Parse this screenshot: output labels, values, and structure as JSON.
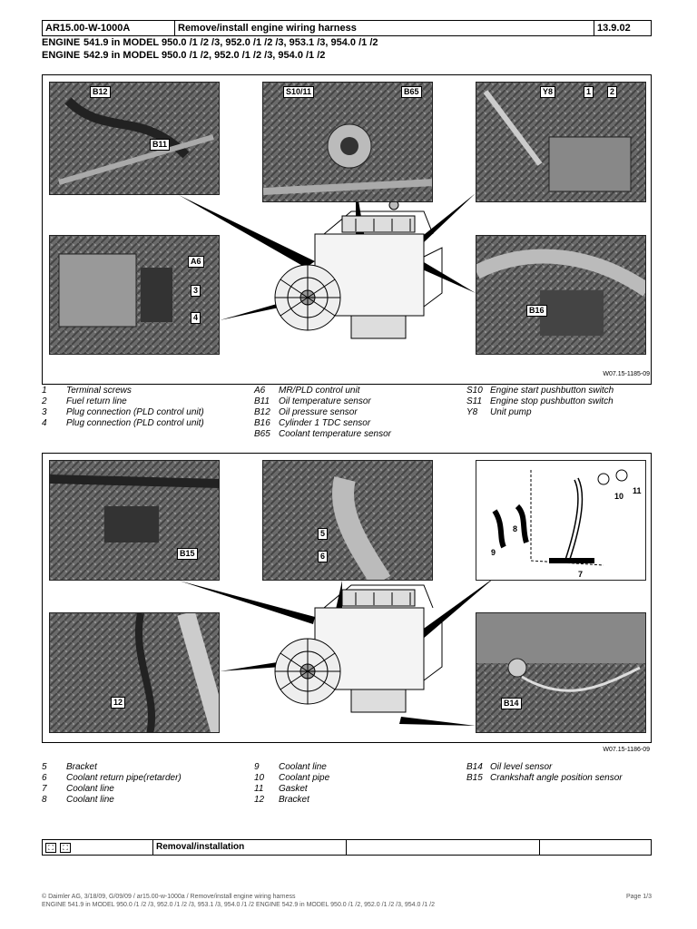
{
  "header": {
    "doc_id": "AR15.00-W-1000A",
    "title": "Remove/install engine wiring harness",
    "date": "13.9.02"
  },
  "engines": [
    {
      "key": "ENGINE",
      "value": "541.9 in MODEL 950.0 /1 /2 /3, 952.0 /1 /2 /3, 953.1 /3, 954.0 /1 /2"
    },
    {
      "key": "ENGINE",
      "value": "542.9 in MODEL 950.0 /1 /2, 952.0 /1 /2 /3, 954.0 /1 /2"
    }
  ],
  "figure1": {
    "code": "W07.15-1185-09",
    "labels": {
      "b12": "B12",
      "b11": "B11",
      "s1011": "S10/11",
      "b65": "B65",
      "y8": "Y8",
      "n1": "1",
      "n2": "2",
      "a6": "A6",
      "n3": "3",
      "n4": "4",
      "b16": "B16"
    }
  },
  "legend1": {
    "col1": [
      {
        "n": "1",
        "t": "Terminal screws"
      },
      {
        "n": "2",
        "t": "Fuel return line"
      },
      {
        "n": "3",
        "t": "Plug connection (PLD control unit)"
      },
      {
        "n": "4",
        "t": "Plug connection (PLD control unit)"
      }
    ],
    "col2": [
      {
        "n": "A6",
        "t": "MR/PLD control unit"
      },
      {
        "n": "B11",
        "t": "Oil temperature sensor"
      },
      {
        "n": "B12",
        "t": "Oil pressure sensor"
      },
      {
        "n": "B16",
        "t": "Cylinder 1 TDC sensor"
      },
      {
        "n": "B65",
        "t": "Coolant temperature sensor"
      }
    ],
    "col3": [
      {
        "n": "S10",
        "t": "Engine start pushbutton switch"
      },
      {
        "n": "S11",
        "t": "Engine stop pushbutton switch"
      },
      {
        "n": "Y8",
        "t": "Unit pump"
      }
    ]
  },
  "figure2": {
    "code": "W07.15-1186-09",
    "labels": {
      "b15": "B15",
      "n5": "5",
      "n6": "6",
      "n10": "10",
      "n11": "11",
      "n8": "8",
      "n9": "9",
      "n7": "7",
      "n12": "12",
      "b14": "B14"
    }
  },
  "legend2": {
    "col1": [
      {
        "n": "5",
        "t": "Bracket"
      },
      {
        "n": "6",
        "t": "Coolant return pipe(retarder)"
      },
      {
        "n": "7",
        "t": "Coolant line"
      },
      {
        "n": "8",
        "t": "Coolant line"
      }
    ],
    "col2": [
      {
        "n": "9",
        "t": "Coolant line"
      },
      {
        "n": "10",
        "t": "Coolant pipe"
      },
      {
        "n": "11",
        "t": "Gasket"
      },
      {
        "n": "12",
        "t": "Bracket"
      }
    ],
    "col3": [
      {
        "n": "B14",
        "t": "Oil level sensor"
      },
      {
        "n": "B15",
        "t": "Crankshaft angle position sensor"
      }
    ]
  },
  "footer_table": {
    "step": "Removal/installation"
  },
  "footer": {
    "line1": "© Daimler AG, 3/18/09, G/09/09 / ar15.00-w-1000a / Remove/install engine wiring harness",
    "line2": "ENGINE 541.9 in MODEL 950.0 /1 /2 /3, 952.0 /1 /2 /3, 953.1 /3, 954.0 /1 /2 ENGINE 542.9 in MODEL 950.0 /1 /2, 952.0 /1 /2 /3, 954.0 /1 /2",
    "page": "Page 1/3"
  }
}
